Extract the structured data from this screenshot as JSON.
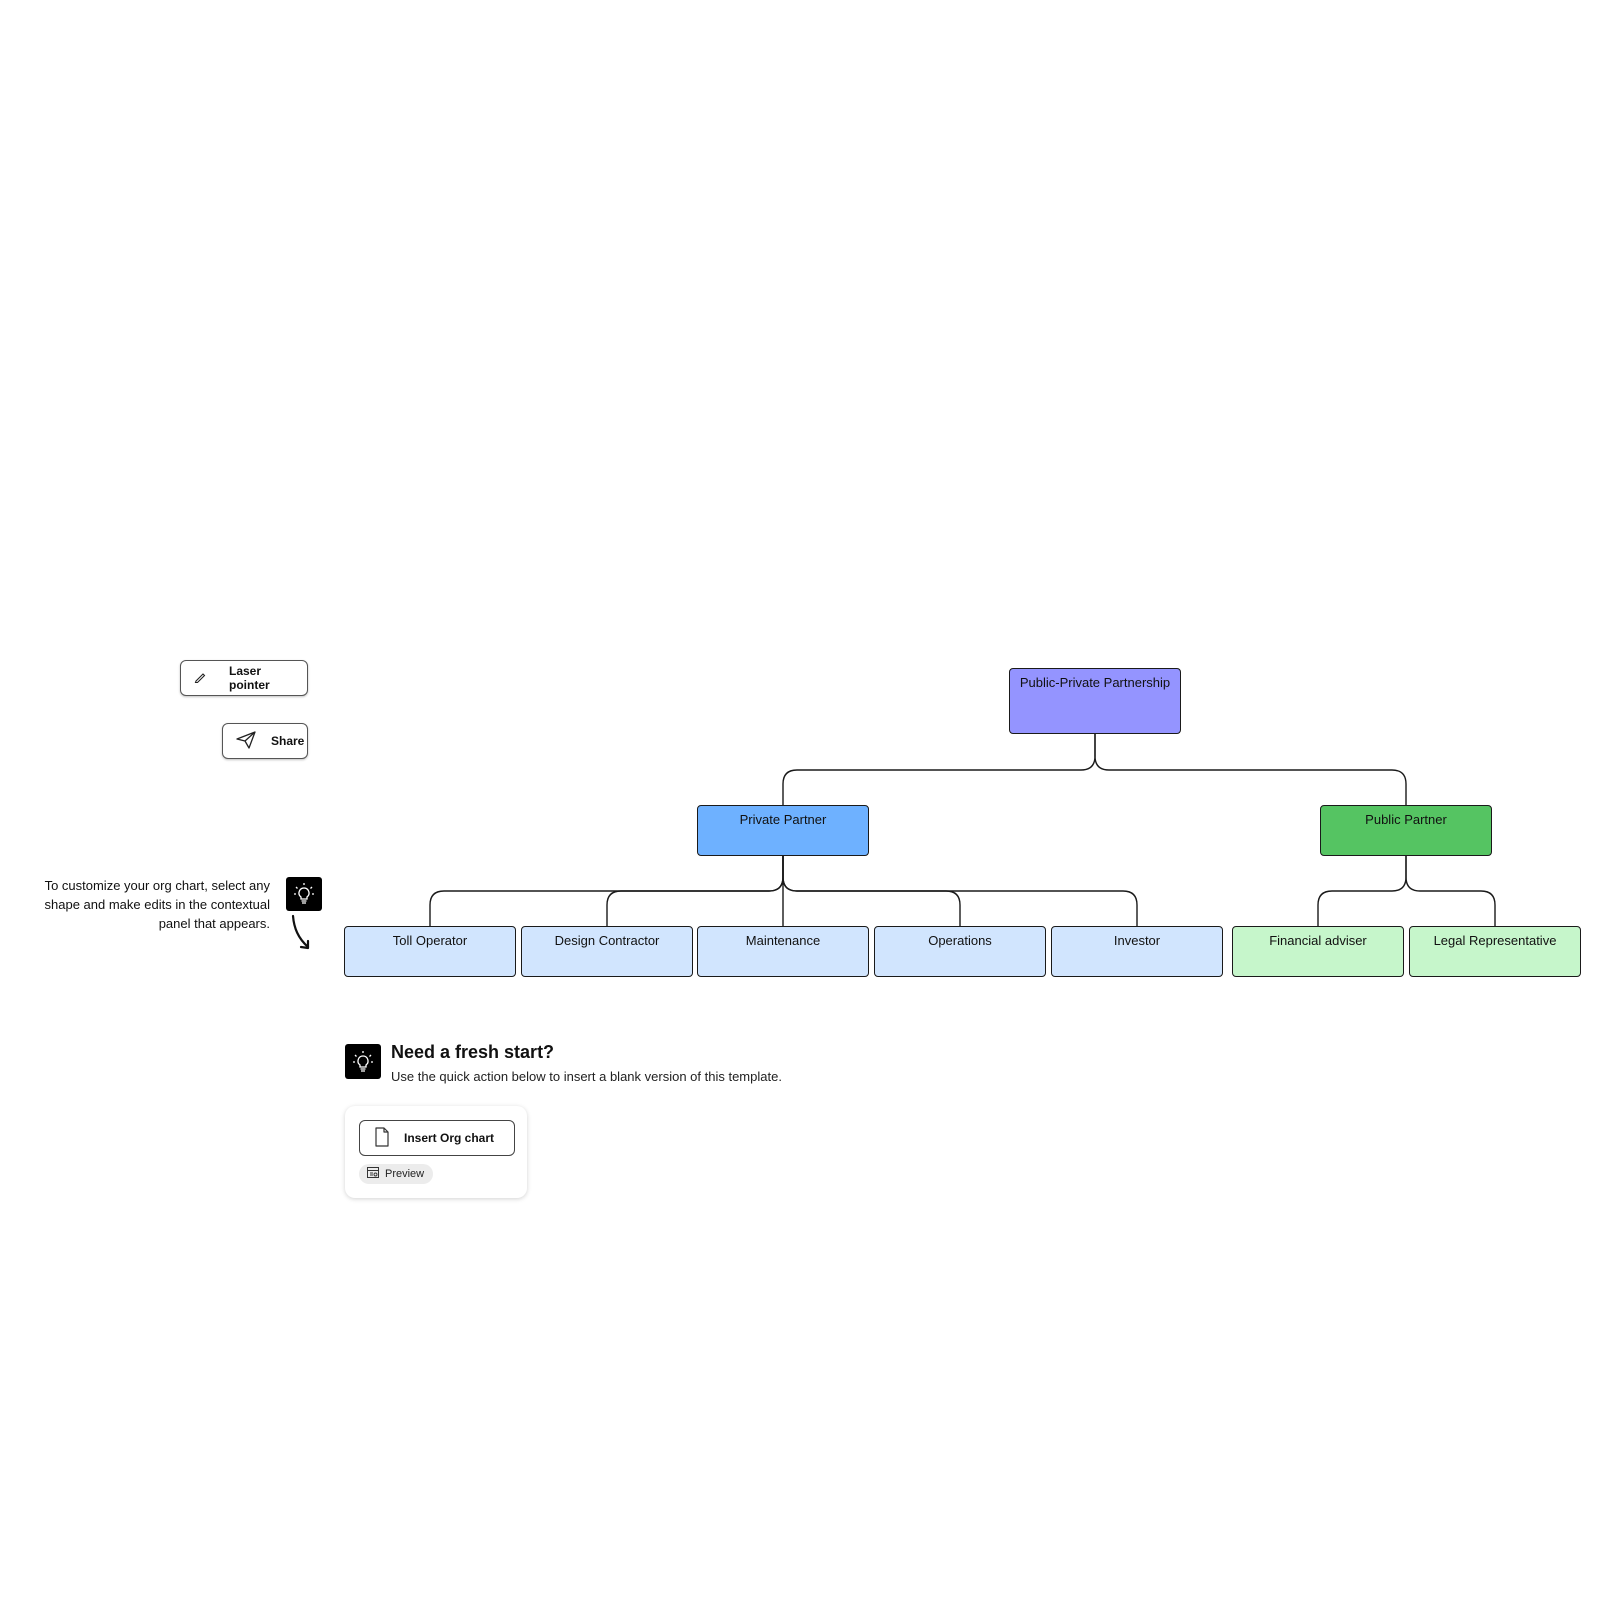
{
  "toolbar": {
    "laser_pointer": {
      "label": "Laser pointer",
      "icon": "laser-pointer-icon"
    },
    "share": {
      "label": "Share",
      "icon": "paper-plane-icon"
    }
  },
  "hint": {
    "text": "To customize your org chart, select any shape and make edits in the contextual panel that appears.",
    "icon": "lightbulb-icon"
  },
  "org_chart": {
    "root": {
      "label": "Public-Private Partnership",
      "color": "#9494ff"
    },
    "branches": [
      {
        "label": "Private Partner",
        "color": "#6eb1ff",
        "child_color": "#d1e5fe",
        "children": [
          "Toll Operator",
          "Design Contractor",
          "Maintenance",
          "Operations",
          "Investor"
        ]
      },
      {
        "label": "Public Partner",
        "color": "#55c462",
        "child_color": "#c6f6cb",
        "children": [
          "Financial adviser",
          "Legal Representative"
        ]
      }
    ]
  },
  "fresh_start": {
    "title": "Need a fresh start?",
    "subtitle": "Use the quick action below to insert a blank version of this template.",
    "icon": "lightbulb-icon",
    "insert_label": "Insert Org chart",
    "insert_icon": "document-icon",
    "preview_label": "Preview",
    "preview_icon": "preview-icon"
  }
}
